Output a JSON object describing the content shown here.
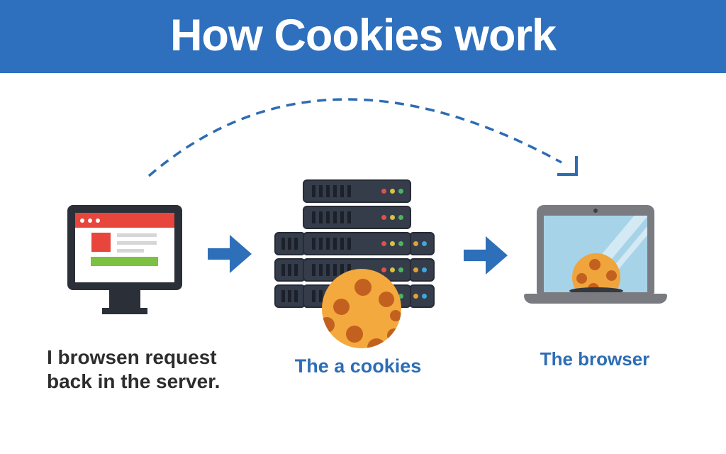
{
  "header": {
    "title": "How Cookies work"
  },
  "stages": {
    "browser": {
      "caption_line1": "I browsen request",
      "caption_line2": "back in the server."
    },
    "server": {
      "caption": "The a cookies"
    },
    "client": {
      "caption": "The browser"
    }
  },
  "icons": {
    "flow_arc": "dashed-curved-arrow",
    "step_arrow": "right-arrow",
    "stage1": "desktop-browser-monitor",
    "stage2": "server-rack-stack",
    "stage2_overlay": "cookie",
    "stage3": "laptop-with-cookie"
  },
  "colors": {
    "header_bg": "#2e70bd",
    "header_text": "#ffffff",
    "accent_arrow_blue": "#2e6fba",
    "caption_blue": "#2d6db5",
    "caption_dark": "#2d2d2d",
    "monitor_frame": "#2b2f38",
    "browser_bar_red": "#e8463c",
    "content_green": "#7cc142",
    "server_body": "#353c4a",
    "led_red": "#e0514c",
    "led_yellow": "#d9c23f",
    "led_green": "#4cb45f",
    "led_blue": "#3fa7da",
    "cookie_orange": "#f3a93e",
    "chip_brown": "#c2611f",
    "laptop_gray": "#797b80",
    "laptop_screen_blue": "#a7d3e9"
  }
}
